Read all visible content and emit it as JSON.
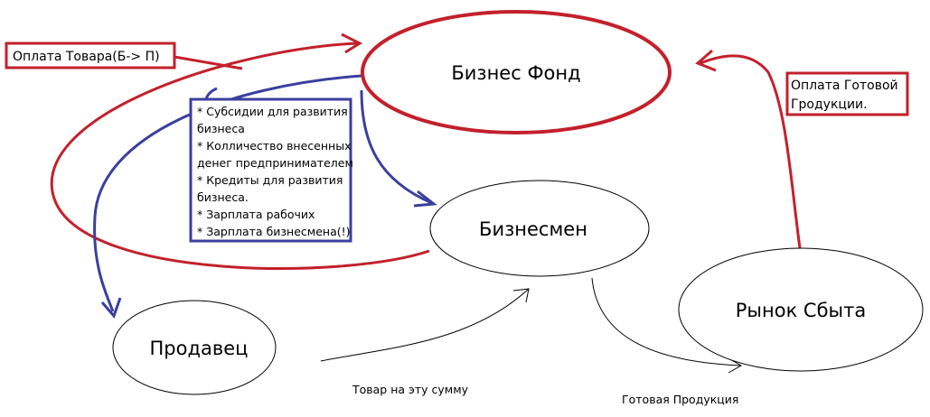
{
  "colors": {
    "red": "#c3202b",
    "blue": "#3b3f9e",
    "black": "#000000"
  },
  "nodes": {
    "fund": "Бизнес Фонд",
    "businessman": "Бизнесмен",
    "seller": "Продавец",
    "market": "Рынок Сбыта"
  },
  "labels": {
    "payment_goods": "Оплата Товара(Б-> П)",
    "payment_finished_1": "Оплата Готовой",
    "payment_finished_2": "Гродукции.",
    "goods_for_sum": "Товар на эту сумму",
    "finished_product": "Готовая Продукция"
  },
  "fund_sources": [
    "* Субсидии для развития",
    "бизнеса",
    "*  Колличество внесенных",
    "денег предпринимателем",
    "*  Кредиты для развития",
    "бизнеса.",
    "* Зарплата рабочих",
    "* Зарплата бизнесмена(!)"
  ]
}
